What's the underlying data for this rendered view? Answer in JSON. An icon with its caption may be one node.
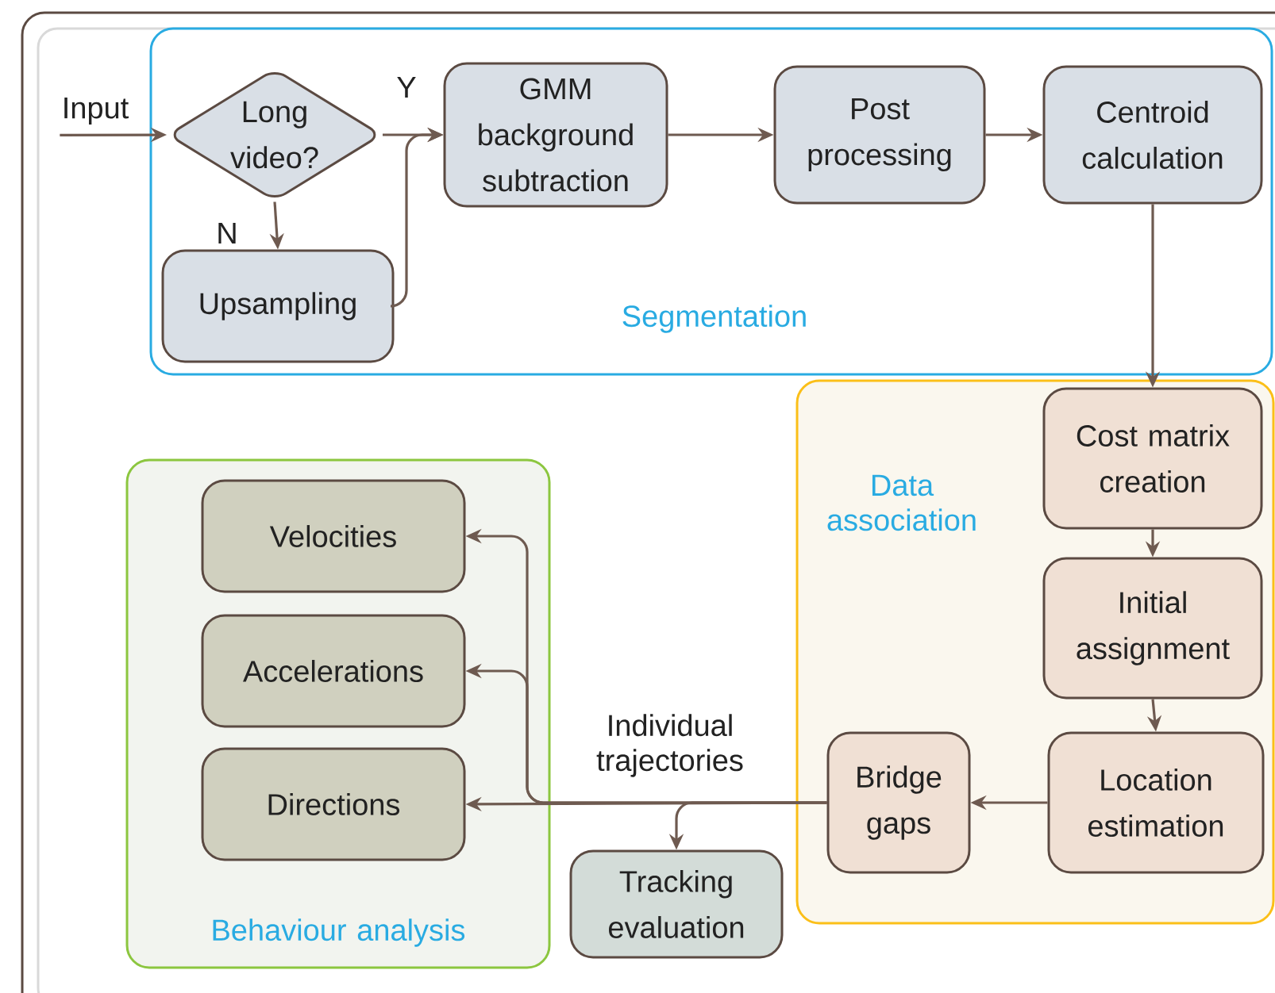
{
  "diagram": {
    "nodes": [
      {
        "text": [
          "Segmentation"
        ]
      },
      {
        "text": [
          "Input"
        ]
      },
      {
        "text": [
          "Long video?"
        ],
        "in": 0
      },
      {
        "text": [
          "Upsampling"
        ],
        "in": 0
      },
      {
        "text": [
          "GMM background subtraction"
        ],
        "in": 0
      },
      {
        "text": [
          "Post processing"
        ],
        "in": 0
      },
      {
        "text": [
          "Centroid calculation"
        ],
        "in": 0
      },
      {
        "text": [
          "Data association"
        ]
      },
      {
        "text": [
          "Cost matrix creation"
        ],
        "in": 7
      },
      {
        "text": [
          "Initial assignment"
        ],
        "in": 7
      },
      {
        "text": [
          "Location estimation"
        ],
        "in": 7
      },
      {
        "text": [
          "Bridge gaps"
        ],
        "in": 7
      },
      {
        "text": [
          "Behaviour analysis"
        ]
      },
      {
        "text": [
          "Velocities"
        ],
        "in": 12
      },
      {
        "text": [
          "Accelerations"
        ],
        "in": 12
      },
      {
        "text": [
          "Directions"
        ],
        "in": 12
      },
      {
        "text": [
          "Tracking evaluation"
        ]
      }
    ],
    "edges": [
      {
        "from": 1,
        "to": 2,
        "arrow": "to"
      },
      {
        "from": 2,
        "to": 4,
        "arrow": "to",
        "label": "Y"
      },
      {
        "from": 2,
        "to": 3,
        "arrow": "to",
        "label": "N"
      },
      {
        "from": 3,
        "to": 4,
        "arrow": "to"
      },
      {
        "from": 4,
        "to": 5,
        "arrow": "to"
      },
      {
        "from": 5,
        "to": 6,
        "arrow": "to"
      },
      {
        "from": 6,
        "to": 8,
        "arrow": "to"
      },
      {
        "from": 8,
        "to": 9,
        "arrow": "to"
      },
      {
        "from": 9,
        "to": 10,
        "arrow": "to"
      },
      {
        "from": 10,
        "to": 11,
        "arrow": "to"
      },
      {
        "from": 11,
        "to": 13,
        "arrow": "to"
      },
      {
        "from": 11,
        "to": 14,
        "arrow": "to"
      },
      {
        "from": 11,
        "to": 15,
        "arrow": "to",
        "label": "Individual trajectories"
      },
      {
        "from": 11,
        "to": 16,
        "arrow": "to"
      }
    ]
  }
}
